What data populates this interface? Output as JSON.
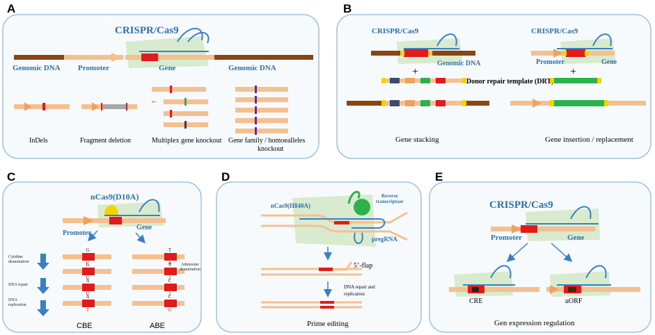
{
  "colors": {
    "panel_border": "#9fc3e0",
    "panel_fill": "#f7fafd",
    "gene": "#f5c08f",
    "gene_dark": "#f0a060",
    "genomic": "#8b4513",
    "red": "#e01b1b",
    "blue": "#3a7fc4",
    "label_blue": "#2e6fad",
    "complex": "#d8ebcf",
    "green": "#2bb24c",
    "yellow": "#f6d300",
    "gray": "#a8a8a8",
    "purple": "#6b2c80"
  },
  "panels": {
    "A": {
      "letter": "A",
      "title": "CRISPR/Cas9",
      "genomic_left": "Genomic DNA",
      "promoter": "Promoter",
      "gene": "Gene",
      "genomic_right": "Genomic DNA",
      "outcomes": [
        "InDels",
        "Fragment deletion",
        "Multiplex gene knockout",
        "Gene family / homoealleles",
        "knockout"
      ]
    },
    "B": {
      "letter": "B",
      "title_left": "CRISPR/Cas9",
      "title_right": "CRISPR/Cas9",
      "genomic": "Genomic DNA",
      "promoter": "Promoter",
      "gene": "Gene",
      "plus": "+",
      "drt": "Donor repair template (DRT)",
      "outcome_left": "Gene stacking",
      "outcome_right": "Gene insertion / replacement"
    },
    "C": {
      "letter": "C",
      "title": "nCas9(D10A)",
      "promoter": "Promoter",
      "gene": "Gene",
      "steps": [
        "Cytidine",
        "deamination",
        "DNA repair",
        "DNA",
        "replication"
      ],
      "adenosine": [
        "Adenosine",
        "deamination"
      ],
      "cbe_bases": [
        [
          "G",
          "C"
        ],
        [
          "G",
          "U"
        ],
        [
          "A",
          "U"
        ],
        [
          "A",
          "T"
        ]
      ],
      "abe_bases": [
        [
          "T",
          "A"
        ],
        [
          "T",
          "I"
        ],
        [
          "C",
          "I"
        ],
        [
          "C",
          "G"
        ]
      ],
      "cbe": "CBE",
      "abe": "ABE"
    },
    "D": {
      "letter": "D",
      "title": "nCas9(H840A)",
      "rt": [
        "Reverse",
        "transcriptase"
      ],
      "pegrna": "pregRNA",
      "flap": "5’-flap",
      "repair": [
        "DNA repair and",
        "replication"
      ],
      "outcome": "Prime editing"
    },
    "E": {
      "letter": "E",
      "title": "CRISPR/Cas9",
      "promoter": "Promoter",
      "gene": "Gene",
      "cre": "CRE",
      "uorf": "uORF",
      "outcome": "Gen expression regulation"
    }
  }
}
